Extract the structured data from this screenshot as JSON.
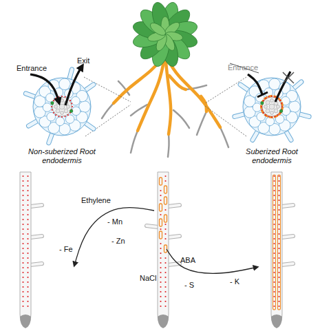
{
  "diagram": {
    "nodes": [
      {
        "text": [
          "Non-suberized Root endodermis"
        ]
      },
      {
        "text": [
          "Suberized Root endodermis"
        ]
      }
    ],
    "labels": [
      "Entrance",
      "Exit",
      "Entrance",
      "Ethylene",
      "- Mn",
      "- Zn",
      "- Fe",
      "ABA",
      "NaCl",
      "- S",
      "- K"
    ]
  }
}
